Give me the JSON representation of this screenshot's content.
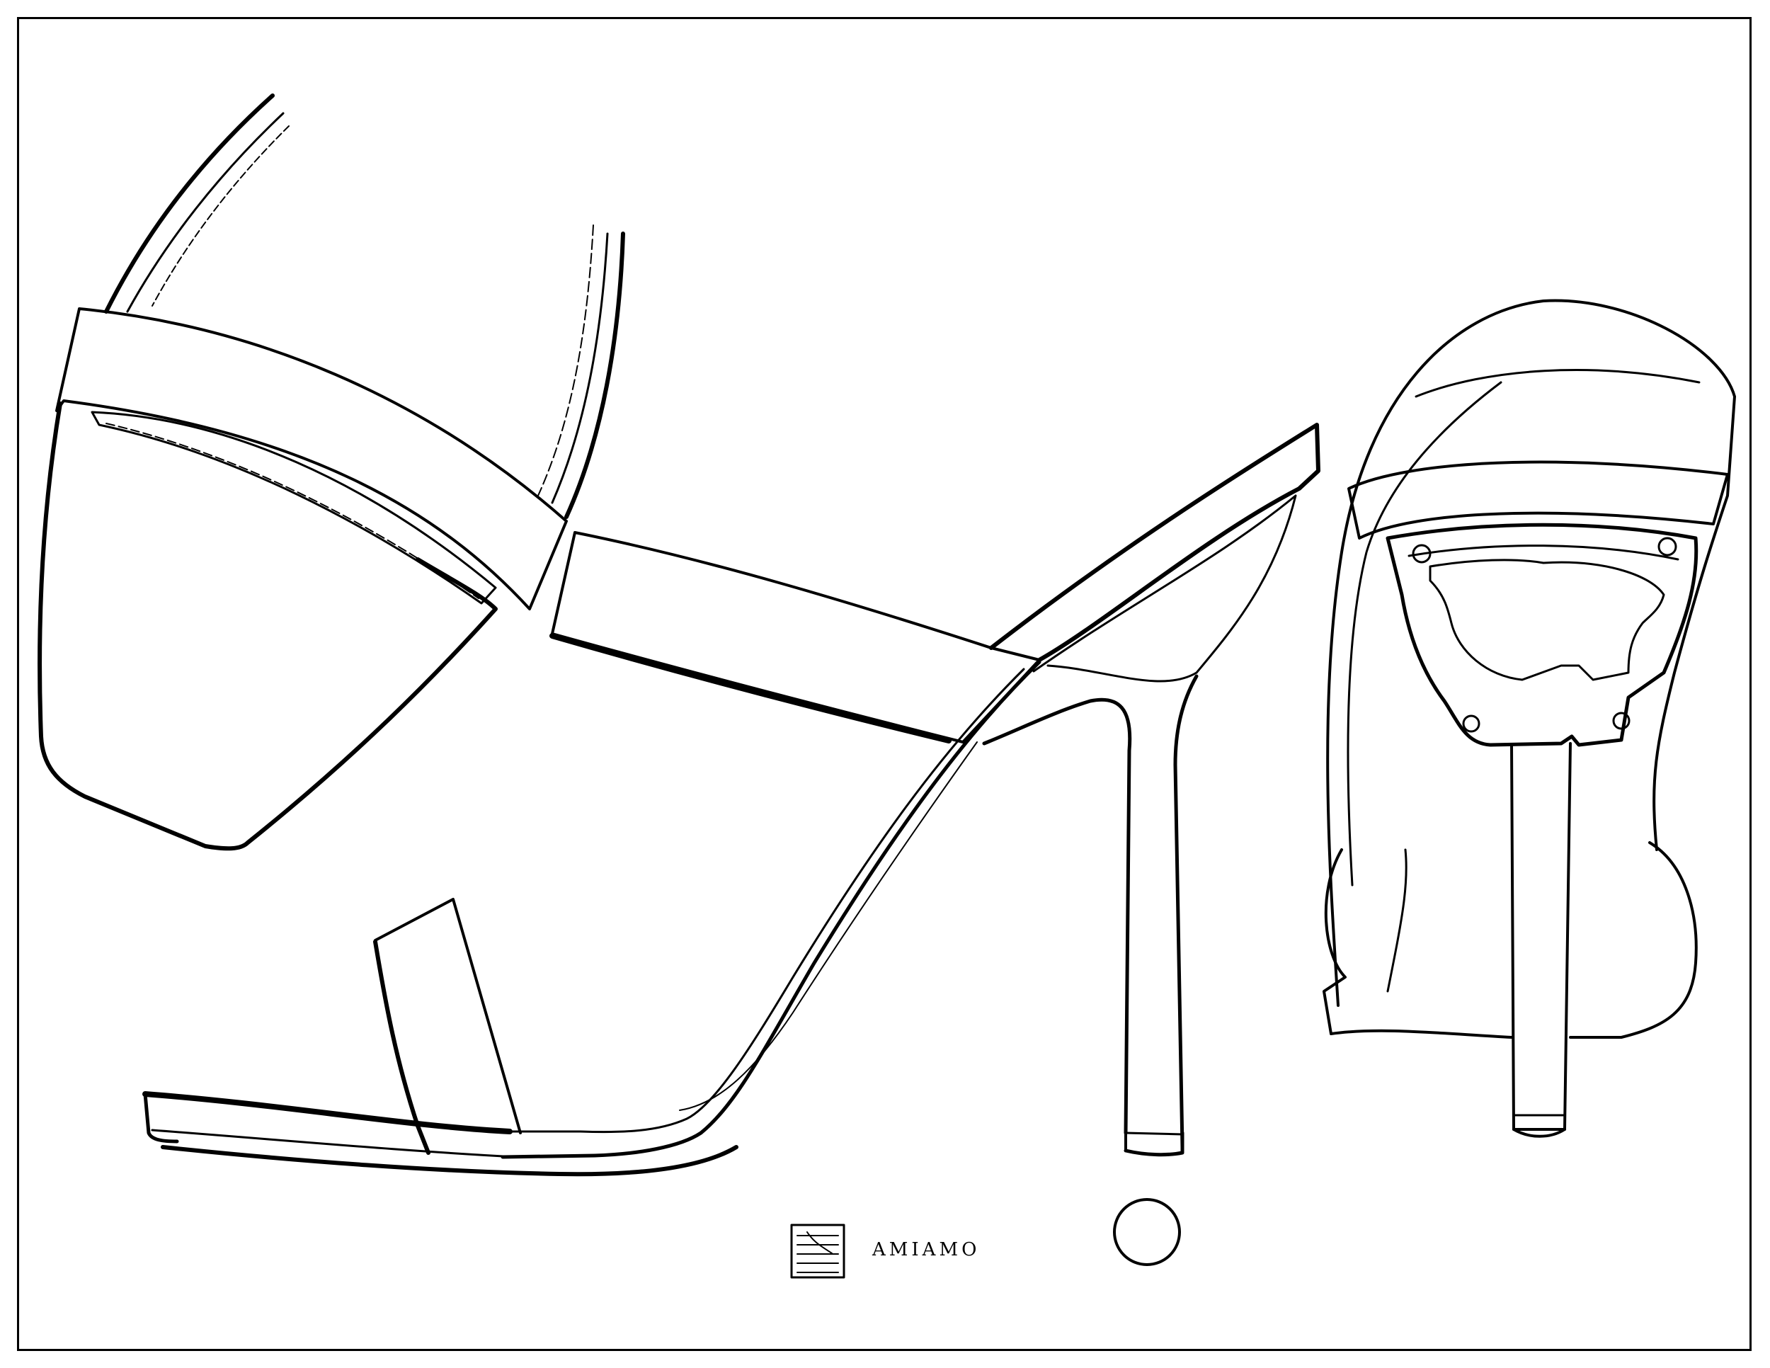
{
  "brand": {
    "name": "AMIAMO"
  },
  "colors": {
    "line": "#000000",
    "background": "#ffffff"
  },
  "views": {
    "side": "side-view",
    "back": "back-view",
    "heel_tip": "heel-tip-top-view"
  }
}
